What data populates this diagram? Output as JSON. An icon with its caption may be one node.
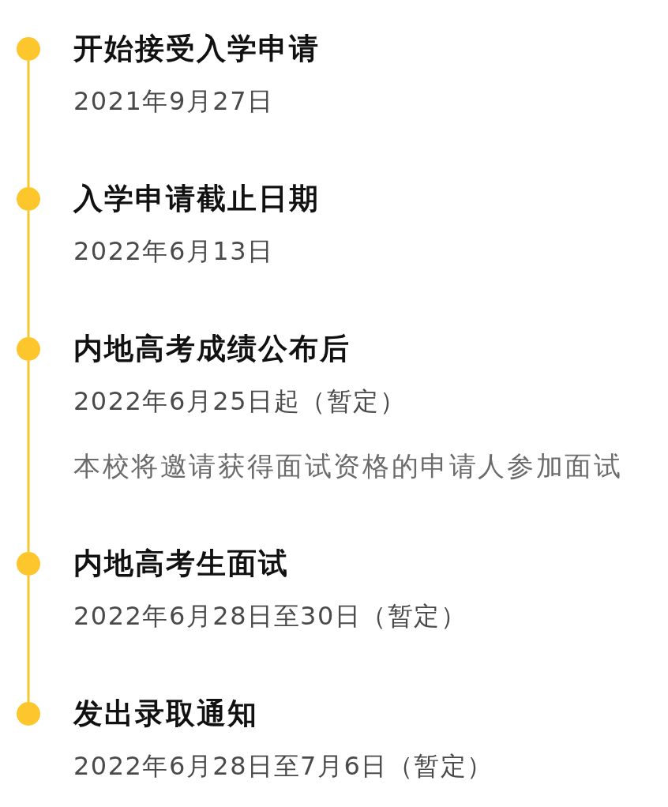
{
  "diagram": {
    "nodes": [
      {
        "text": [],
        "shape": "circle",
        "beside": [
          "开始接受入学申请",
          "2021年9月27日"
        ]
      },
      {
        "text": [],
        "shape": "circle",
        "beside": [
          "入学申请截止日期",
          "2022年6月13日"
        ]
      },
      {
        "text": [],
        "shape": "circle",
        "beside": [
          "内地高考成绩公布后",
          "2022年6月25日起（暂定）",
          "本校将邀请获得面试资格的申请人参加面试"
        ]
      },
      {
        "text": [],
        "shape": "circle",
        "beside": [
          "内地高考生面试",
          "2022年6月28日至30日（暂定）"
        ]
      },
      {
        "text": [],
        "shape": "circle",
        "beside": [
          "发出录取通知",
          "2022年6月28日至7月6日（暂定）"
        ]
      }
    ],
    "edges": [
      {
        "from": 0,
        "to": 1,
        "arrow": "none"
      },
      {
        "from": 1,
        "to": 2,
        "arrow": "none"
      },
      {
        "from": 2,
        "to": 3,
        "arrow": "none"
      },
      {
        "from": 3,
        "to": 4,
        "arrow": "none"
      }
    ]
  }
}
